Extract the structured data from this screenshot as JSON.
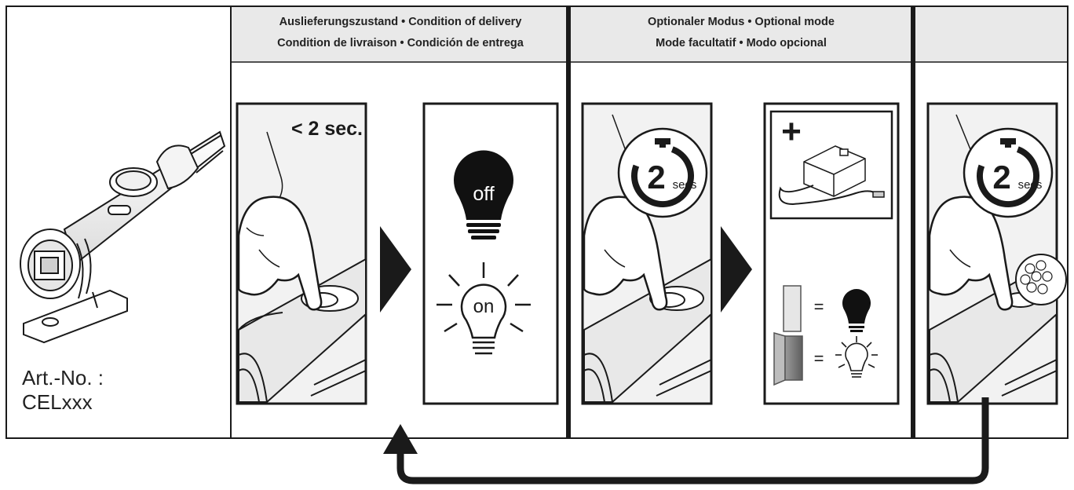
{
  "header": {
    "delivery_line1": "Auslieferungszustand • Condition of delivery",
    "delivery_line2": "Condition de livraison • Condición de entrega",
    "optional_line1": "Optionaler Modus • Optional mode",
    "optional_line2": "Mode facultatif • Modo opcional"
  },
  "article": {
    "label": "Art.-No. :",
    "value": "CELxxx"
  },
  "step1": {
    "duration_label": "< 2 sec."
  },
  "states": {
    "off_label": "off",
    "on_label": "on"
  },
  "timer": {
    "number": "2",
    "unit": "secs"
  },
  "accessory": {
    "add_symbol": "+",
    "equals_symbol": "="
  },
  "colors": {
    "line": "#1a1a1a",
    "header_bg": "#e9e9e9",
    "photo_bg": "#f2f2f2",
    "loop_arrow": "#1a1a1a"
  },
  "icons": [
    "pointing-finger-icon",
    "light-bulb-off-icon",
    "light-bulb-on-icon",
    "stopwatch-icon",
    "motion-sensor-module-icon",
    "loop-arrow-icon",
    "play-triangle-icon"
  ]
}
